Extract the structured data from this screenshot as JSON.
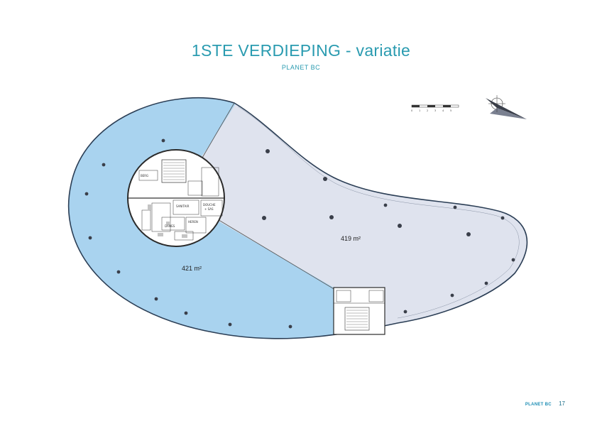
{
  "header": {
    "title": "1STE VERDIEPING - variatie",
    "subtitle": "PLANET BC"
  },
  "areas": {
    "left": {
      "label": "421 m²",
      "color": "#a9d3ef"
    },
    "right": {
      "label": "419 m²",
      "color": "#dfe3ee"
    }
  },
  "core_rooms": {
    "berg": "BERG",
    "sanitair": "SANITAIR",
    "douche": "DOUCHE",
    "sas": "+ SAS",
    "dames": "DAMES",
    "heren": "HEREN"
  },
  "scale_bar": {
    "ticks": [
      "0",
      "1",
      "2",
      "3",
      "4",
      "5"
    ]
  },
  "compass": {
    "icon": "north-arrow-icon"
  },
  "footer": {
    "brand": "PLANET BC",
    "page": "17"
  }
}
